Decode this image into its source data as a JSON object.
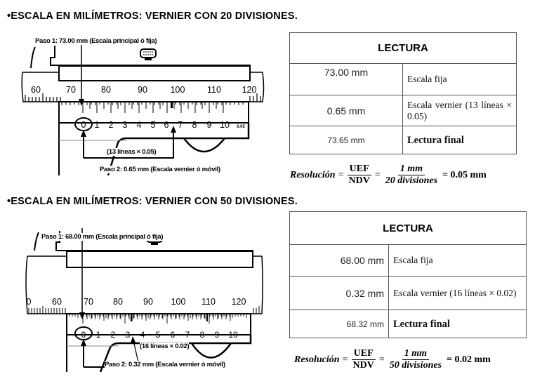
{
  "sections": [
    {
      "heading": "•ESCALA EN MILÍMETROS: VERNIER CON 20 DIVISIONES.",
      "diagram": {
        "step1": "Paso 1: 73.00 mm (Escala principal ó fija)",
        "step2": "Paso 2: 0.65 mm (Escala vernier ó móvil)",
        "lines_note": "(13 líneas × 0.05)",
        "main_scale_labels": [
          "60",
          "70",
          "80",
          "90",
          "100",
          "110",
          "120"
        ],
        "vernier_labels": [
          "0",
          "1",
          "2",
          "3",
          "4",
          "5",
          "6",
          "7",
          "8",
          "9",
          "10"
        ],
        "vernier_unit": "0.05"
      },
      "table": {
        "title": "LECTURA",
        "rows": [
          {
            "value": "73.00 mm",
            "description": "Escala fija"
          },
          {
            "value": "0.65 mm",
            "description": "Escala vernier (13 líneas × 0.05)"
          },
          {
            "value": "73.65 mm",
            "description": "Lectura final"
          }
        ]
      },
      "formula": {
        "lhs": "Resolución",
        "frac1_num": "UEF",
        "frac1_den": "NDV",
        "frac2_num": "1 mm",
        "frac2_den": "20 divisiones",
        "result": "= 0.05 mm"
      }
    },
    {
      "heading": "•ESCALA EN MILÍMETROS: VERNIER CON 50 DIVISIONES.",
      "diagram": {
        "step1": "Paso 1: 68.00 mm (Escala principal ó fija)",
        "step2": "Paso 2: 0.32 mm (Escala vernier ó móvil)",
        "lines_note": "(16 líneas × 0.02)",
        "main_scale_labels": [
          "0",
          "60",
          "70",
          "80",
          "90",
          "100",
          "110",
          "120"
        ],
        "vernier_labels": [
          "0",
          "1",
          "2",
          "3",
          "4",
          "5",
          "6",
          "7",
          "8",
          "9",
          "10"
        ]
      },
      "table": {
        "title": "LECTURA",
        "rows": [
          {
            "value": "68.00 mm",
            "description": "Escala fija"
          },
          {
            "value": "0.32 mm",
            "description": "Escala vernier (16 líneas × 0.02)"
          },
          {
            "value": "68.32 mm",
            "description": "Lectura final"
          }
        ]
      },
      "formula": {
        "lhs": "Resolución",
        "frac1_num": "UEF",
        "frac1_den": "NDV",
        "frac2_num": "1 mm",
        "frac2_den": "50 divisiones",
        "result": "= 0.02 mm"
      }
    }
  ]
}
